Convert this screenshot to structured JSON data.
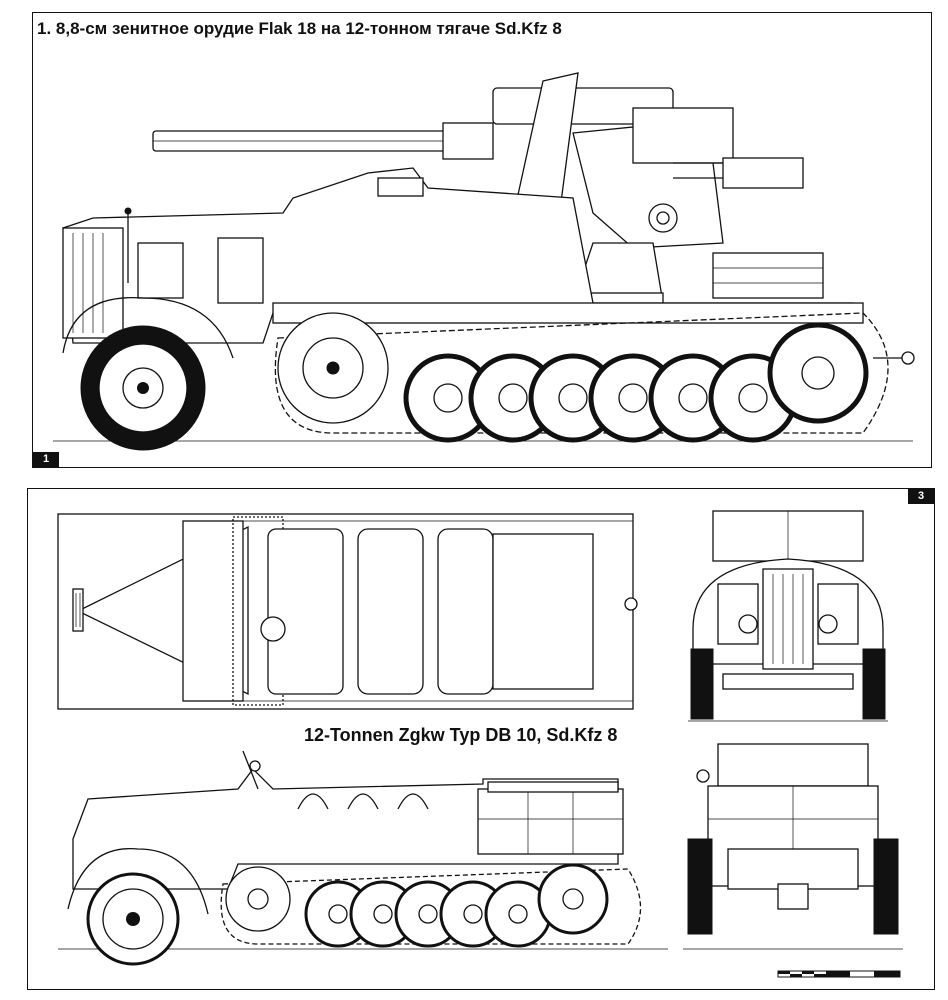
{
  "panel1": {
    "title": "1. 8,8-см зенитное орудие Flak 18  на 12-тонном  тягаче Sd.Kfz 8",
    "plate": "1"
  },
  "panel3": {
    "plate": "3",
    "caption": "12-Tonnen Zgkw Typ DB 10, Sd.Kfz 8"
  },
  "colors": {
    "ink": "#111111",
    "paper": "#ffffff"
  },
  "icons": {
    "tractor_flak": "halftrack-with-gun-side-view",
    "tractor_top": "halftrack-top-view",
    "tractor_side": "halftrack-side-view",
    "tractor_front": "halftrack-front-view",
    "tractor_rear": "halftrack-rear-view",
    "scale_bar": "scale-bar"
  }
}
